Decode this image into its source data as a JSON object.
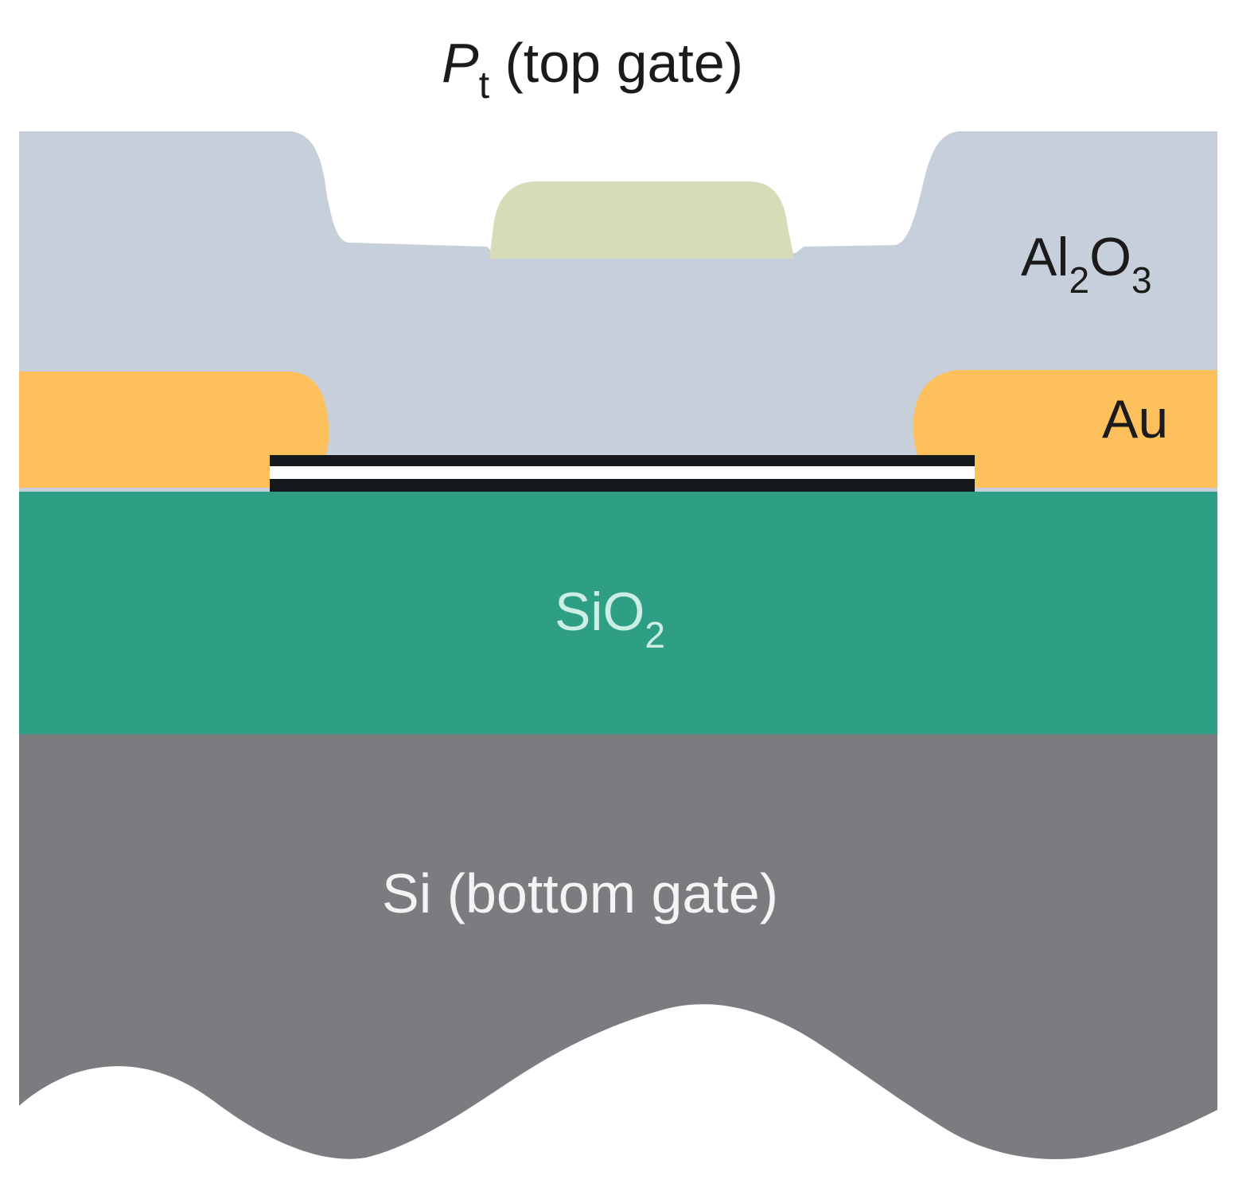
{
  "labels": {
    "top_gate_var": "P",
    "top_gate_sub": "t",
    "top_gate_rest": " (top gate)",
    "al2o3_a": "Al",
    "al2o3_b": "2",
    "al2o3_c": "O",
    "al2o3_d": "3",
    "au": "Au",
    "sio2_a": "SiO",
    "sio2_b": "2",
    "si": "Si (bottom gate)"
  },
  "colors": {
    "al2o3": "#c7cfdb",
    "au": "#fec05c",
    "sio2": "#2e9e84",
    "si": "#7b7c80",
    "top_gate": "#d6dcb8",
    "channel_dark": "#16191b",
    "channel_light": "#ffffff",
    "text_dark": "#1b1b1b",
    "text_light": "#f4f4f4",
    "sio2_text": "#cdeee4"
  }
}
